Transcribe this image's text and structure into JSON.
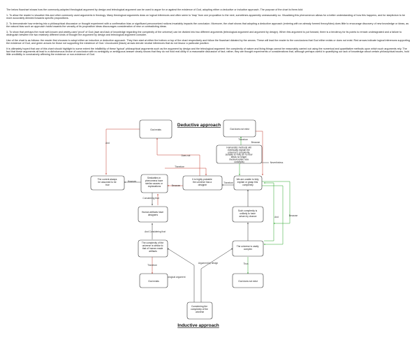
{
  "intro": [
    "The below flowchart shows how the commonly-adopted theological argument by design and teleological argument can be used to argue for or against the existence of God, adopting either a deductive or inductive approach. The purpose of the chart is three-fold:",
    "1- To allow the reader to visualize this and other commonly used arguments in theology. Many theological arguments draw on logical inferences and often seem to 'leap' from one proposition to the next, sometimes apparently unreasonably so. Visualizing this phenomenon allows for a better understanding of how this happens, and for skepticism to be more accurately directed towards specific propositions.",
    "2- To demonstrate how entering into a philosophical discussion or thought experiment with a confirmation bias or significant preconceived notions invariably impacts the conclusion. Moreover, the chart shows that adopting a deductive approach (entering with an already formed theory/idea) does little to encourage discovery of new knowledge or ideas, as the natural bias such an approach holds towards the veracity of its proposition ideas discourages consideration of new or contradicting ideas.",
    "3- To show that perhaps the most well-known and widely-used 'proof' of God (awe and lack of knowledge regarding the complexity of the universe) can be divided into two different arguments (teleological argument and argument by design). When this argument is put forward, there is a tendency for its points to remain undesignated and a failure to distinguish between the two relatively different kinds of thought the argument by design and teleological argument consider.",
    "Use of the chart is as follows: the reader first chooses to adopt either an inductive or deductive approach. They then start at either the bottom or top of the chart respectively and follow the flowchart dictated by the arrows. These will lead the reader to the conclusions that God either exists or does not exist. Red arrows indicate logical inferences supporting the existence of God, and green arrows for those not supporting the existence of God. Uncoloured (black) arrows denote neutral inferences that do not favour a particular position.",
    "It is ultimately hoped that use of this chart should highlight to some extent the infallibility of these 'typical' philosophical arguments such as the argument by design and the teleological argument: the complexity of nature and living things cannot be reasonably carried out using the numerical and quantitative methods upon which such arguments rely. The fact that these arguments all lead to a dichotomous choice of conclusion with no ambiguity or ambiguous answer clearly shows that they do not hold real utility in a reasonable discussion of fact; rather, they are thought experiments or considerations that, although perhaps useful in quantifying our lack of knowledge about certain philosophical issues, hold little credibility in conclusively affirming the existence or non-existence of God."
  ],
  "headings": {
    "deductive": "Deductive approach",
    "inductive": "Inductive approach"
  },
  "nodes": {
    "god_exists_top": [
      "God exists"
    ],
    "god_not_exist_top": [
      "God does not exist"
    ],
    "humanistic": [
      "Humanistic methods will",
      "eventually explain the",
      "universe's complexity,",
      "suitably so fully (to no new",
      "ideas no longer",
      "invoke/explain new",
      "concepts)"
    ],
    "not_rest": [
      "The current always",
      "be assumed to be",
      "true"
    ],
    "similar": [
      "Similarities in",
      "phenomena have",
      "similar causes or",
      "explanations"
    ],
    "highly_probable": [
      "It is highly probable",
      "the universe has a",
      "designer"
    ],
    "unable": [
      "We are unable to fully",
      "explain or grasp this",
      "complexity"
    ],
    "human_artifacts": [
      "Human artifacts have",
      "designers"
    ],
    "complexity_similar": [
      "The complexity of the",
      "universe is similar to",
      "that of human-made",
      "artifacts"
    ],
    "such_complexity": [
      "Such complexity is",
      "unlikely to have",
      "arisen by chance"
    ],
    "universe_complex": [
      "The universe is vastly",
      "complex"
    ],
    "god_exists_bottom": [
      "God exists"
    ],
    "god_not_exist_bottom": [
      "God does not exist"
    ],
    "considering": [
      "Considering the",
      "complexity of the",
      "universe"
    ]
  },
  "edge_labels": {
    "and_left": "And",
    "does_not": "Does not",
    "therefore_mid": "Therefore",
    "therefore_top": "Therefore",
    "because_top": "Because",
    "nevertheless": "Nevertheless",
    "however": "However",
    "because_mid": "Because",
    "therefore_right": "Therefore",
    "considering_that_1": "Considering that",
    "and_mid": "And",
    "considering_that_2": "And  Considering that",
    "and_right": "And",
    "because_right": "Because",
    "therefore_bottom": "Therefore",
    "teleological": "Teleological argument",
    "argument_design": "Argument by design",
    "thus": "Thus"
  },
  "colors": {
    "red": "#c0392b",
    "green": "#27a327",
    "black": "#333333"
  }
}
